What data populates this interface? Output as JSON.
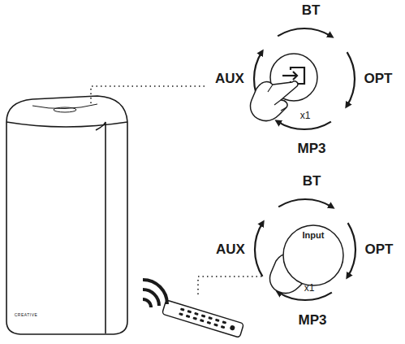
{
  "diagram": {
    "nodes": [
      {
        "text": [
          "Input"
        ]
      }
    ],
    "labels": [
      "BT",
      "OPT",
      "MP3",
      "AUX",
      "x1",
      "BT",
      "OPT",
      "MP3",
      "AUX",
      "x1",
      "CREATIVE"
    ]
  }
}
